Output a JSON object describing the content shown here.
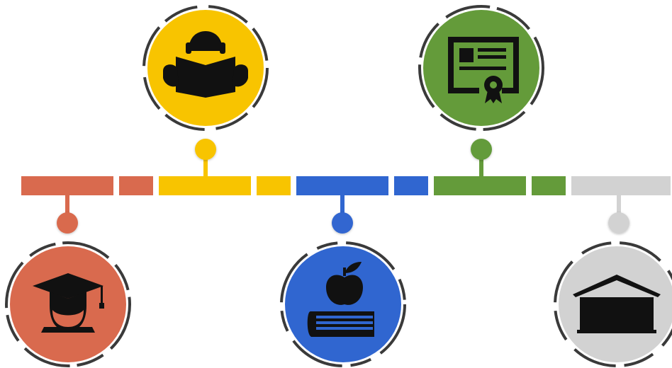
{
  "timeline": {
    "steps": [
      {
        "id": "graduation",
        "color": "#D96A4E",
        "icon": "graduate-cap-icon",
        "position": "below"
      },
      {
        "id": "reading",
        "color": "#F8C400",
        "icon": "reading-student-icon",
        "position": "above"
      },
      {
        "id": "apple-book",
        "color": "#3066D0",
        "icon": "apple-on-book-icon",
        "position": "below"
      },
      {
        "id": "certificate",
        "color": "#649B3A",
        "icon": "certificate-icon",
        "position": "above"
      },
      {
        "id": "school",
        "color": "#D2D2D2",
        "icon": "school-building-icon",
        "position": "below"
      }
    ],
    "icon_color": "#111111",
    "ring_color": "#3a3a3a"
  }
}
